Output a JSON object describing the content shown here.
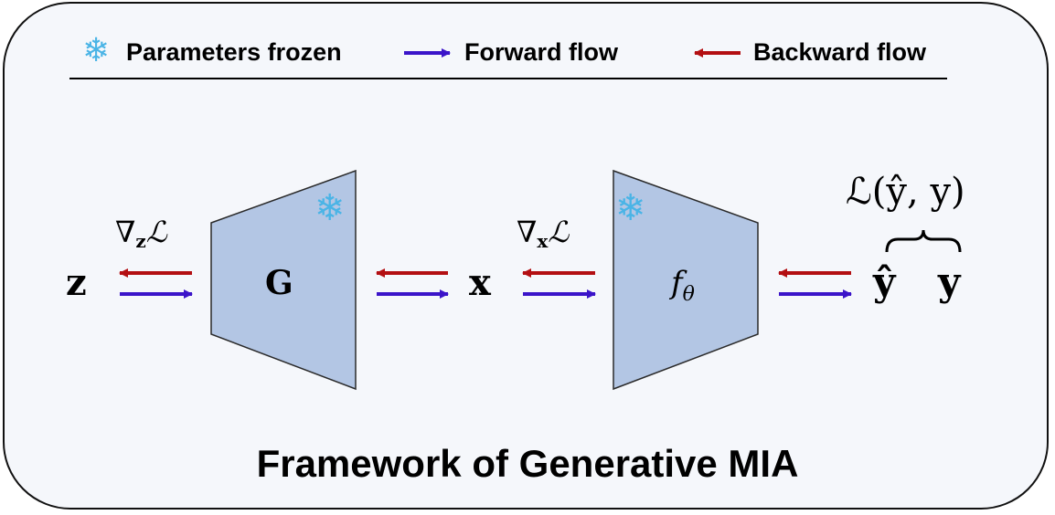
{
  "legend": {
    "frozen_label": "Parameters frozen",
    "forward_label": "Forward flow",
    "backward_label": "Backward flow",
    "frozen_icon": "snowflake-icon",
    "forward_color": "#3b14c9",
    "backward_color": "#b30f12"
  },
  "nodes": {
    "z": "z",
    "generator": "G",
    "x": "x",
    "target_model": "f",
    "target_model_sub": "θ",
    "y_hat": "ŷ",
    "y": "y"
  },
  "gradients": {
    "grad_z": "∇",
    "grad_z_sub": "z",
    "grad_z_loss": "ℒ",
    "grad_x": "∇",
    "grad_x_sub": "x",
    "grad_x_loss": "ℒ"
  },
  "loss": {
    "text": "ℒ(ŷ, y)"
  },
  "colors": {
    "block_fill": "#b3c6e4",
    "background": "#f5f7fb",
    "snowflake": "#4ab4e6"
  },
  "caption": "Framework of Generative MIA"
}
